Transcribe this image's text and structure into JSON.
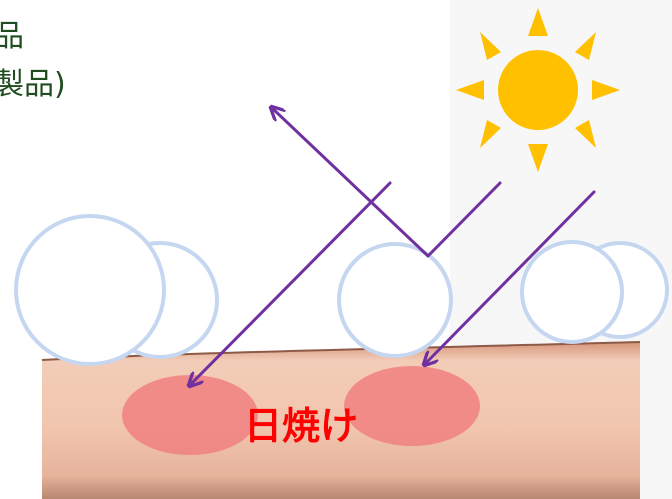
{
  "heading": {
    "line1": "品",
    "line2": "製品)"
  },
  "labels": {
    "sunburn": "日焼け"
  },
  "colors": {
    "skin_top": "#c9876b",
    "skin_mid": "#f1c8b2",
    "skin_bottom": "#b88770",
    "burn_spot": "#f08080",
    "sunburn_text": "#ff0000",
    "uv_arrow": "#7030a0",
    "particle_outline": "#c5d6f1",
    "sun": "#ffc000",
    "heading_text": "#1f4d1f"
  },
  "icons": {
    "sun": "sun-icon"
  }
}
